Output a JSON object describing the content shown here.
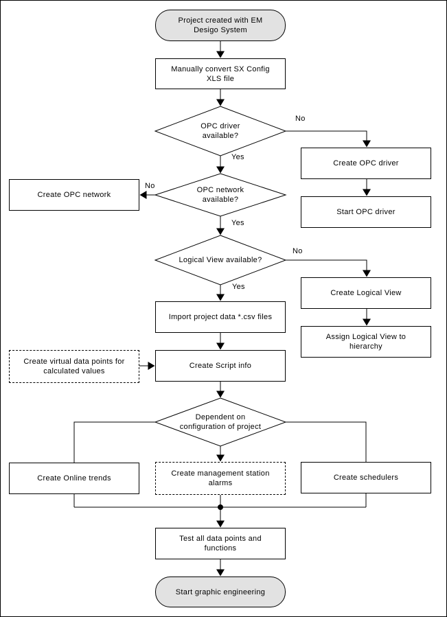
{
  "diagram": {
    "type": "flowchart",
    "colors": {
      "terminator_fill": "#e2e2e2",
      "process_fill": "#ffffff",
      "line": "#000000",
      "background": "#ffffff"
    },
    "nodes": {
      "start": {
        "type": "terminator",
        "label": "Project created with EM\nDesigo System"
      },
      "convert": {
        "type": "process",
        "label": "Manually convert SX Config\nXLS file"
      },
      "d1": {
        "type": "decision",
        "label": "OPC driver\navailable?"
      },
      "create_opc_driver": {
        "type": "process",
        "label": "Create OPC driver"
      },
      "start_opc_driver": {
        "type": "process",
        "label": "Start OPC driver"
      },
      "d2": {
        "type": "decision",
        "label": "OPC network\navailable?"
      },
      "create_opc_network": {
        "type": "process",
        "label": "Create OPC network"
      },
      "d3": {
        "type": "decision",
        "label": "Logical View available?"
      },
      "create_logical_view": {
        "type": "process",
        "label": "Create Logical View"
      },
      "assign_logical_view": {
        "type": "process",
        "label": "Assign Logical View to\nhierarchy"
      },
      "import": {
        "type": "process",
        "label": "Import project data *.csv files"
      },
      "virtual_points": {
        "type": "process-dashed",
        "label": "Create virtual data points for\ncalculated values"
      },
      "script_info": {
        "type": "process",
        "label": "Create Script info"
      },
      "d4": {
        "type": "decision",
        "label": "Dependent on\nconfiguration of project"
      },
      "online_trends": {
        "type": "process",
        "label": "Create Online trends"
      },
      "mgmt_alarms": {
        "type": "process-dashed",
        "label": "Create management station\nalarms"
      },
      "schedulers": {
        "type": "process",
        "label": "Create schedulers"
      },
      "test": {
        "type": "process",
        "label": "Test all data points and\nfunctions"
      },
      "end": {
        "type": "terminator",
        "label": "Start graphic engineering"
      }
    },
    "edge_labels": {
      "d1_no": "No",
      "d1_yes": "Yes",
      "d2_no": "No",
      "d2_yes": "Yes",
      "d3_no": "No",
      "d3_yes": "Yes"
    }
  }
}
